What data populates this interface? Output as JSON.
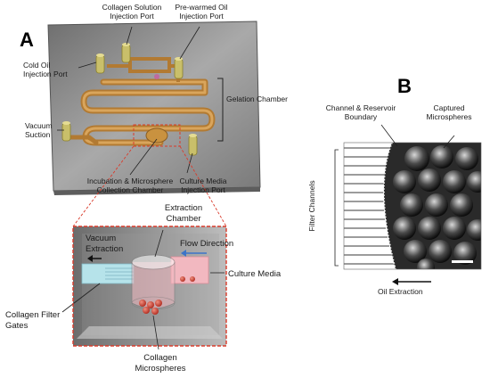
{
  "panel_a": {
    "letter": "A",
    "labels": {
      "collagen_port": [
        "Collagen Solution",
        "Injection Port"
      ],
      "oil_port": [
        "Pre-warmed Oil",
        "Injection Port"
      ],
      "cold_oil": [
        "Cold Oil",
        "Injection Port"
      ],
      "gelation": "Gelation Chamber",
      "vacuum": [
        "Vacuum",
        "Suction"
      ],
      "incubation": [
        "Incubation & Microsphere",
        "Collection Chamber"
      ],
      "culture_port": [
        "Culture Media",
        "Injection Port"
      ]
    },
    "inset": {
      "extraction_chamber": [
        "Extraction",
        "Chamber"
      ],
      "vacuum_extraction": [
        "Vacuum",
        "Extraction"
      ],
      "flow_direction": "Flow Direction",
      "culture_media": "Culture Media",
      "filter_gates": [
        "Collagen Filter",
        "Gates"
      ],
      "microspheres": [
        "Collagen",
        "Microspheres"
      ]
    }
  },
  "panel_b": {
    "letter": "B",
    "labels": {
      "boundary": [
        "Channel & Reservoir",
        "Boundary"
      ],
      "captured": [
        "Captured",
        "Microspheres"
      ],
      "filter_channels": "Filter Channels",
      "oil_extraction": "Oil Extraction"
    }
  },
  "colors": {
    "device_base": "#8f8f8f",
    "channel": "#c48a3c",
    "port": "#c9bf6a",
    "highlight_red": "#d93b2b",
    "sphere_red": "#c0392b",
    "culture_pink": "#f2b8c0",
    "filter_cyan": "#b6e3ea",
    "flow_arrow": "#3c74c8"
  }
}
